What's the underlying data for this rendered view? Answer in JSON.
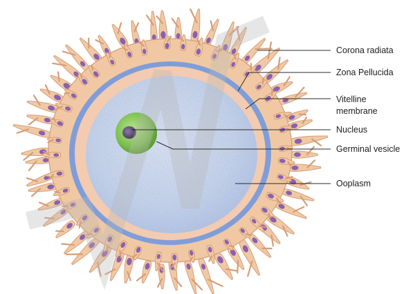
{
  "diagram": {
    "labels": {
      "corona_radiata": "Corona radiata",
      "zona_pellucida": "Zona Pellucida",
      "vitelline_line1": "Vitelline",
      "vitelline_line2": "membrane",
      "nucleus": "Nucleus",
      "germinal_vesicle": "Germinal vesicle",
      "ooplasm": "Ooplasm"
    },
    "colors": {
      "corona_cells": "#f0c9a4",
      "cell_outline": "#d79c76",
      "cell_nuclei": "#8a61b0",
      "zona_band": "#7f9ed9",
      "perivitelline": "#f3cbb0",
      "ooplasm": "#c5d3ec",
      "nucleus": "#7cbf4f",
      "germinal_vesicle": "#5a4a6e",
      "leader_lines": "#2a2a2a"
    }
  }
}
